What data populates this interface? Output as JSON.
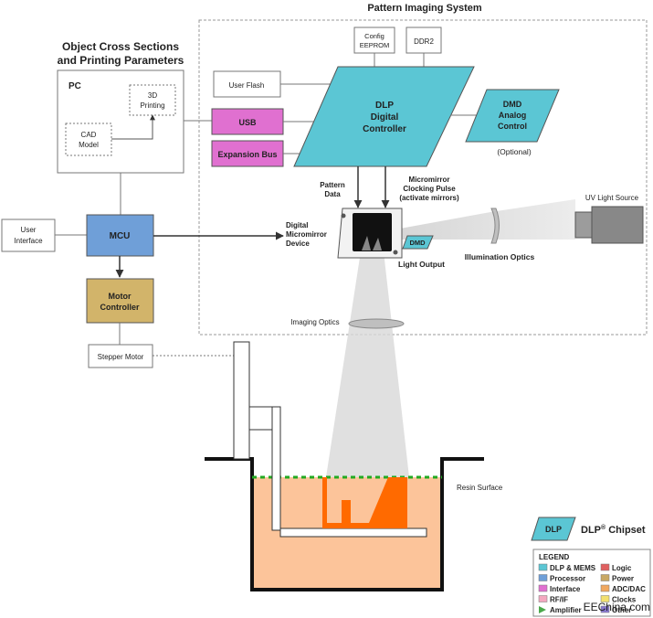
{
  "titles": {
    "pattern_system": "Pattern Imaging System",
    "object_line1": "Object Cross Sections",
    "object_line2": "and Printing Parameters"
  },
  "boxes": {
    "pc": "PC",
    "printing_3d_line1": "3D",
    "printing_3d_line2": "Printing",
    "cad_line1": "CAD",
    "cad_line2": "Model",
    "user_interface_line1": "User",
    "user_interface_line2": "Interface",
    "mcu": "MCU",
    "motor_line1": "Motor",
    "motor_line2": "Controller",
    "stepper_motor": "Stepper Motor",
    "user_flash": "User Flash",
    "usb": "USB",
    "expansion_bus": "Expansion Bus",
    "config_line1": "Config",
    "config_line2": "EEPROM",
    "ddr2": "DDR2",
    "dlp_line1": "DLP",
    "dlp_line2": "Digital",
    "dlp_line3": "Controller",
    "dmd_line1": "DMD",
    "dmd_line2": "Analog",
    "dmd_line3": "Control",
    "optional": "(Optional)"
  },
  "labels": {
    "pattern_line1": "Pattern",
    "pattern_line2": "Data",
    "clock_line1": "Micromirror",
    "clock_line2": "Clocking Pulse",
    "clock_line3": "(activate mirrors)",
    "dmd_dev_line1": "Digital",
    "dmd_dev_line2": "Micromirror",
    "dmd_dev_line3": "Device",
    "dmd_chip": "DMD",
    "light_output": "Light Output",
    "illumination_optics": "Illumination Optics",
    "uv_light_source": "UV Light Source",
    "imaging_optics": "Imaging Optics",
    "resin_surface": "Resin Surface"
  },
  "chipset": {
    "badge": "DLP",
    "label": "DLP",
    "reg": "®",
    "suffix": " Chipset"
  },
  "legend": {
    "title": "LEGEND",
    "items": [
      {
        "label": "DLP & MEMS",
        "color": "#5bc6d4"
      },
      {
        "label": "Logic",
        "color": "#e06060"
      },
      {
        "label": "Processor",
        "color": "#6f9fd8"
      },
      {
        "label": "Power",
        "color": "#c8a864"
      },
      {
        "label": "Interface",
        "color": "#e070d0"
      },
      {
        "label": "ADC/DAC",
        "color": "#f0a860"
      },
      {
        "label": "RF/IF",
        "color": "#f4a8c0"
      },
      {
        "label": "Clocks",
        "color": "#f2e070"
      },
      {
        "label": "Amplifier",
        "color": "#4aa84a"
      },
      {
        "label": "Other",
        "color": "#8a7ad0"
      }
    ]
  },
  "watermark": "EEChina.com",
  "colors": {
    "dlp": "#5bc6d4",
    "interface": "#e070d0",
    "processor": "#6f9fd8",
    "power": "#d2b46a",
    "resin": "#fcc49a",
    "print": "#ff6a00",
    "green": "#22aa22"
  }
}
